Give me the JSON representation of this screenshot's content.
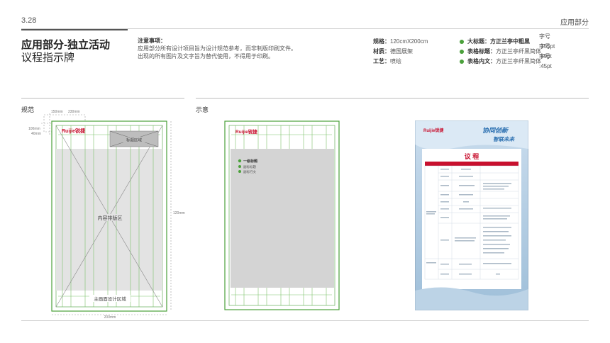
{
  "header": {
    "page_number": "3.28",
    "section": "应用部分",
    "title_line1": "应用部分-独立活动",
    "title_line2": "议程指示牌"
  },
  "notes": {
    "heading": "注意事项：",
    "line1": "应用部分所有设计项目旨为设计规范参考，而非制版印刷文件。",
    "line2": "出现的所有图片及文字旨为替代使用，不得用于印刷。"
  },
  "specs": {
    "size_label": "规格：",
    "size_value": "120cmX200cm",
    "material_label": "材质：",
    "material_value": "德国展架",
    "process_label": "工艺：",
    "process_value": "喷绘"
  },
  "fonts": [
    {
      "label": "大标题：",
      "font": "方正兰亭中粗黑",
      "size": "字号 :155pt"
    },
    {
      "label": "表格标题：",
      "font": "方正兰亭纤黑简体",
      "size": "字号 :59pt"
    },
    {
      "label": "表格内文：",
      "font": "方正兰亭纤黑简体",
      "size": "字号 :45pt"
    }
  ],
  "spec_panel": {
    "label": "规范",
    "dim_150": "150mm",
    "dim_230": "230mm",
    "dim_100": "100mm",
    "dim_40": "40mm",
    "dim_height": "120mm",
    "dim_width": "200mm",
    "logo_text": "Ruijie锐捷",
    "title_area": "标题区域",
    "content_area": "内容排版区",
    "footer_area": "主画面设计区域"
  },
  "demo_panel": {
    "label": "示意",
    "logo_text": "Ruijie锐捷",
    "level1": "一级标题",
    "level2": "副标标题",
    "level3": "副标行文"
  },
  "sample_panel": {
    "logo_text": "Ruijie锐捷",
    "banner_text1": "协同创新",
    "banner_text2": "智联未来",
    "agenda_title": "议 程"
  },
  "colors": {
    "green": "#4aa03a",
    "red": "#c8102e",
    "gray_fill": "#d9d9d9",
    "banner_blue": "#2a6fb0"
  }
}
